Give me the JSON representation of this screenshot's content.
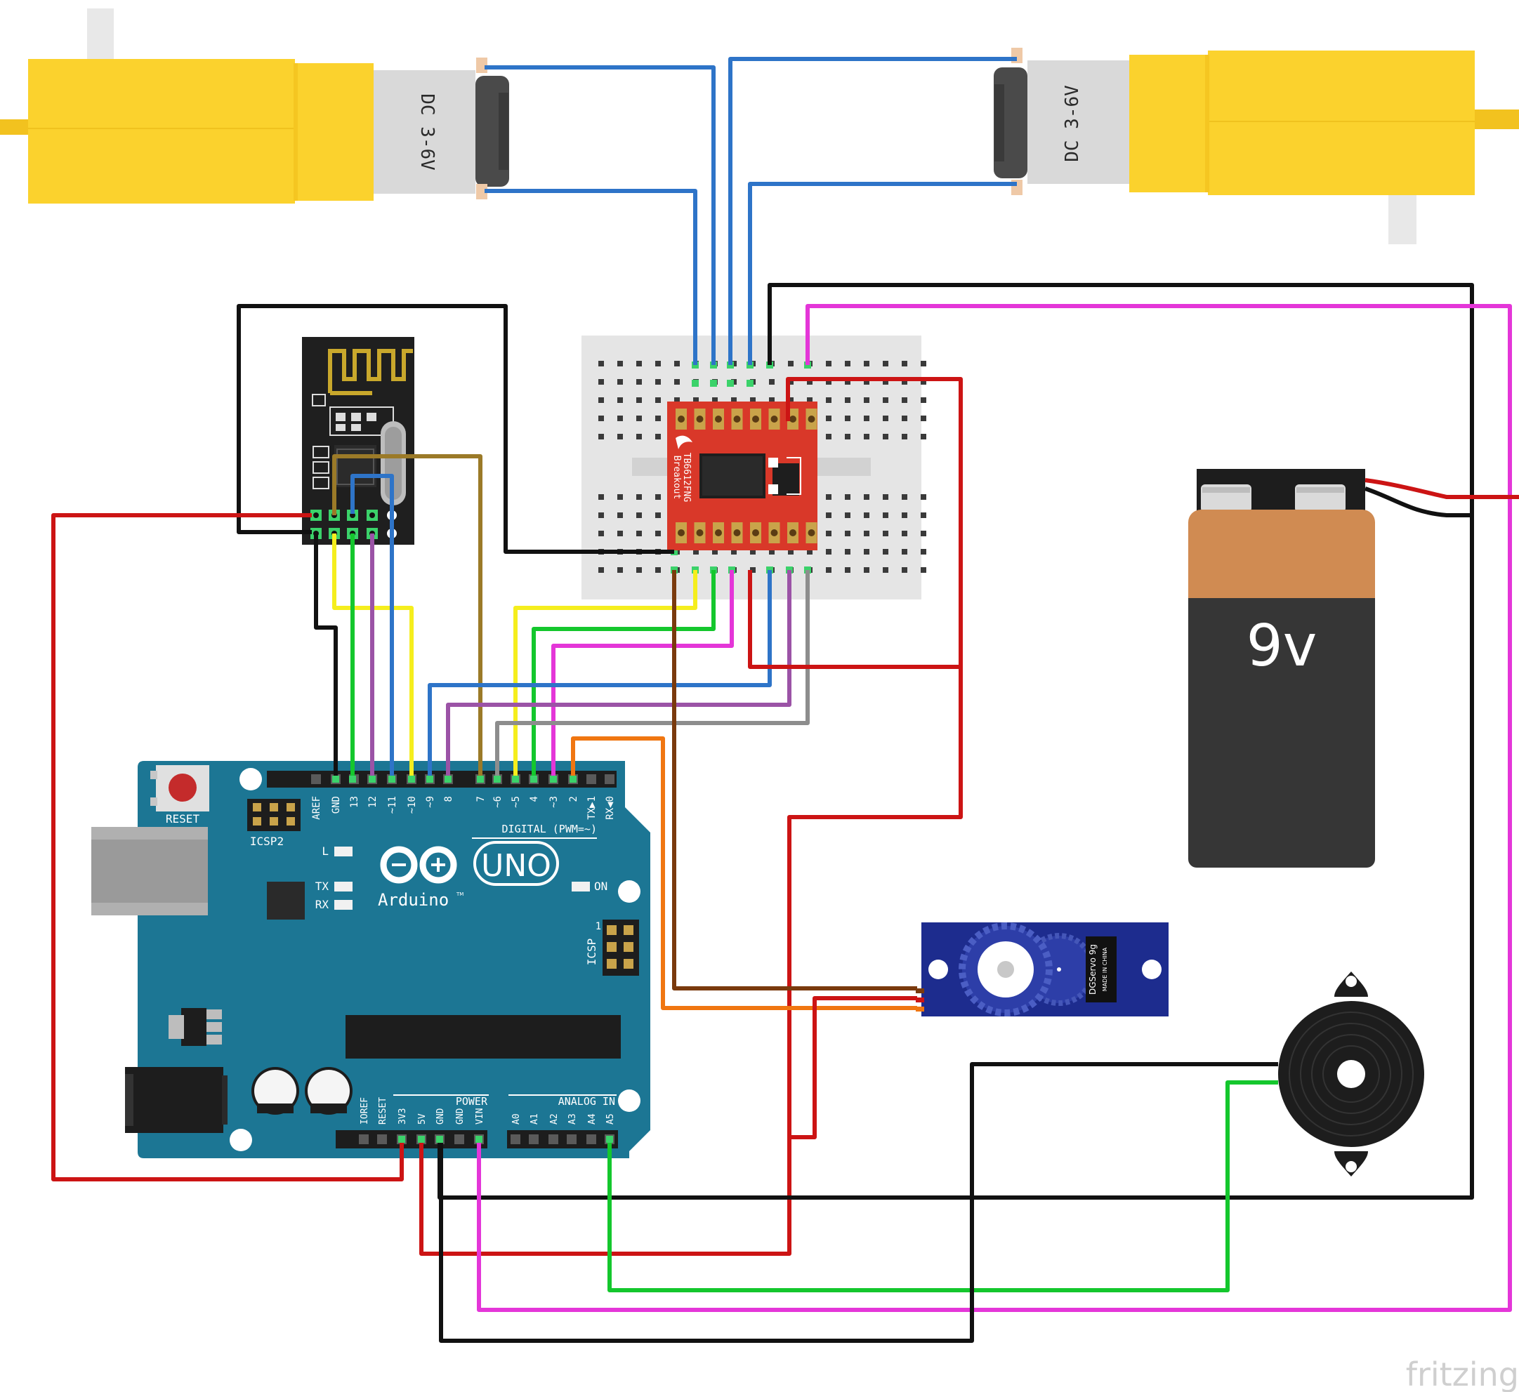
{
  "motors": {
    "left_label": "DC 3-6V",
    "right_label": "DC 3-6V"
  },
  "driver": {
    "label_line1": "TB6612FNG",
    "label_line2": "Breakout"
  },
  "battery": {
    "label": "9v"
  },
  "servo": {
    "label_line1": "DGServo 9g",
    "label_line2": "MADE IN CHINA"
  },
  "arduino": {
    "reset": "RESET",
    "icsp2": "ICSP2",
    "icsp": "ICSP",
    "icsp_pin1": "1",
    "led_l": "L",
    "tx": "TX",
    "rx": "RX",
    "on": "ON",
    "brand": "Arduino",
    "tm": "TM",
    "model": "UNO",
    "digital": "DIGITAL (PWM=~)",
    "power": "POWER",
    "analog": "ANALOG IN",
    "digital_pins": [
      "AREF",
      "GND",
      "13",
      "12",
      "~11",
      "~10",
      "~9",
      "8",
      "7",
      "~6",
      "~5",
      "4",
      "~3",
      "2",
      "TX▶1",
      "RX◀0"
    ],
    "power_pins": [
      "IOREF",
      "RESET",
      "3V3",
      "5V",
      "GND",
      "GND",
      "VIN"
    ],
    "analog_pins": [
      "A0",
      "A1",
      "A2",
      "A3",
      "A4",
      "A5"
    ]
  },
  "watermark": "fritzing",
  "colors": {
    "motor_yellow": "#fbd22d",
    "arduino_teal": "#1c7694",
    "driver_red": "#d93829",
    "battery_copper": "#d08b52",
    "battery_dark": "#363636",
    "servo_blue": "#1d2c8e",
    "breadboard": "#e5e5e5",
    "nrf_black": "#1f1f1f",
    "wire_blue": "#2e74c8",
    "wire_red": "#cc1414",
    "wire_magenta": "#e436d8",
    "wire_black": "#111111",
    "wire_green": "#14c72d",
    "wire_yellow": "#f5ee1d",
    "wire_purple": "#9b53a6",
    "wire_gray": "#8d8d8d",
    "wire_brown": "#9b7a28",
    "wire_orange": "#f07611",
    "wire_darkbrown": "#7a3a0d"
  }
}
